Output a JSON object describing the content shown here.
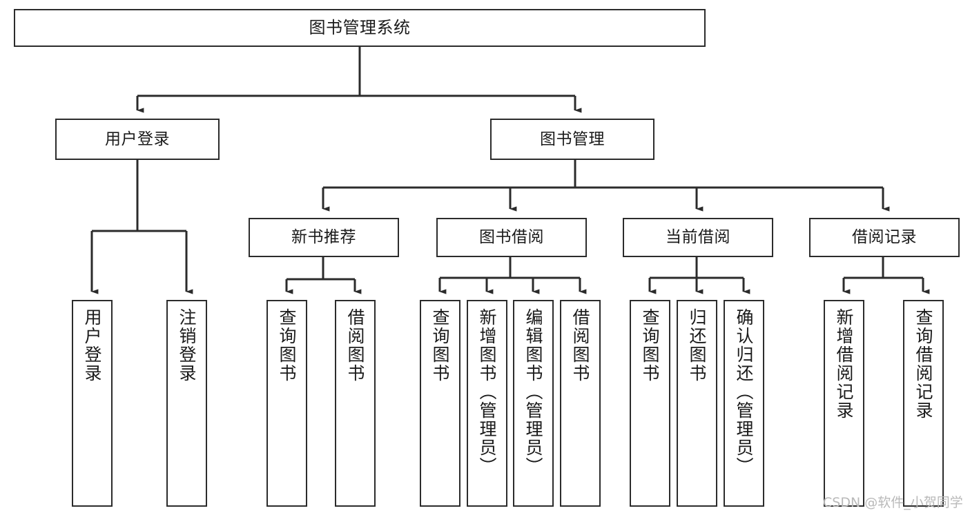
{
  "diagram": {
    "title": "图书管理系统",
    "watermark": "CSDN @软件_小贺同学",
    "line_color": "#2b2b2b",
    "box_fill": "#ffffff",
    "text_color": "#1a1a1a",
    "watermark_color": "#b9b9b9"
  },
  "nodes": {
    "root": {
      "label": "图书管理系统"
    },
    "level2": [
      {
        "label": "用户登录"
      },
      {
        "label": "图书管理"
      }
    ],
    "level3": [
      {
        "label": "新书推荐"
      },
      {
        "label": "图书借阅"
      },
      {
        "label": "当前借阅"
      },
      {
        "label": "借阅记录"
      }
    ],
    "leaves_user_login": [
      {
        "label": "用户登录"
      },
      {
        "label": "注销登录"
      }
    ],
    "leaves_new_book": [
      {
        "label": "查询图书"
      },
      {
        "label": "借阅图书"
      }
    ],
    "leaves_borrow": [
      {
        "label": "查询图书"
      },
      {
        "label": "新增图书（管理员）"
      },
      {
        "label": "编辑图书（管理员）"
      },
      {
        "label": "借阅图书"
      }
    ],
    "leaves_current": [
      {
        "label": "查询图书"
      },
      {
        "label": "归还图书"
      },
      {
        "label": "确认归还（管理员）"
      }
    ],
    "leaves_records": [
      {
        "label": "新增借阅记录"
      },
      {
        "label": "查询借阅记录"
      }
    ]
  }
}
